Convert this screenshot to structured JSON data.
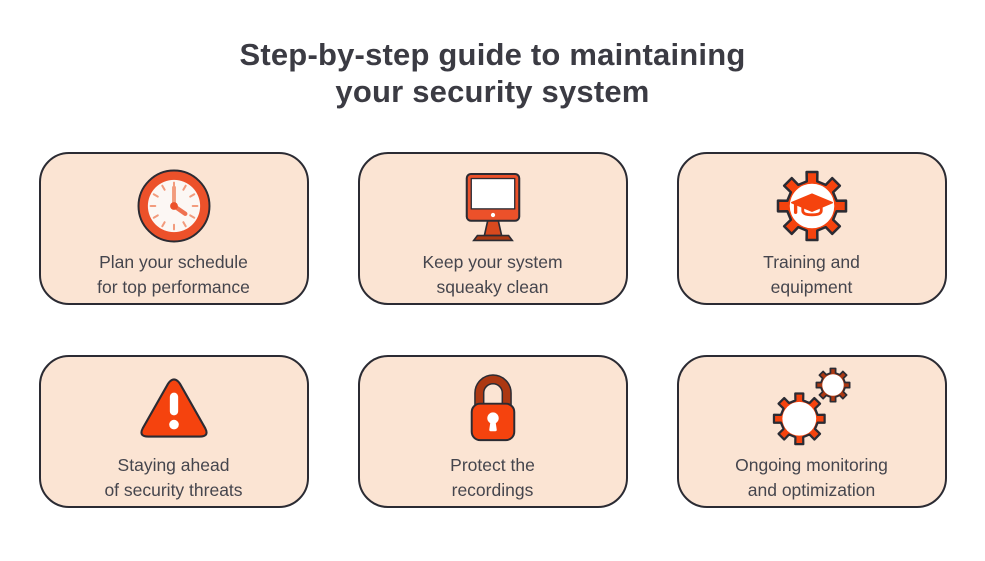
{
  "title": {
    "line1": "Step-by-step guide to maintaining",
    "line2": "your security system"
  },
  "cards": [
    {
      "icon": "clock-icon",
      "label_line1": "Plan your schedule",
      "label_line2": "for top performance"
    },
    {
      "icon": "monitor-icon",
      "label_line1": "Keep your system",
      "label_line2": "squeaky clean"
    },
    {
      "icon": "gear-graduation-cap-icon",
      "label_line1": "Training and",
      "label_line2": "equipment"
    },
    {
      "icon": "warning-triangle-icon",
      "label_line1": "Staying ahead",
      "label_line2": "of security threats"
    },
    {
      "icon": "padlock-icon",
      "label_line1": "Protect the",
      "label_line2": "recordings"
    },
    {
      "icon": "gears-icon",
      "label_line1": "Ongoing monitoring",
      "label_line2": "and optimization"
    }
  ],
  "colors": {
    "accent": "#F5430E",
    "orange": "#EC512A",
    "dark_red": "#AC3812",
    "salmon": "#F29B7D",
    "hand": "#EF7150",
    "outline": "#2B2B33",
    "card_bg": "#FBE4D3",
    "title_color": "#3B3B43",
    "text_color": "#45454D",
    "page_bg": "#FFFFFF"
  }
}
